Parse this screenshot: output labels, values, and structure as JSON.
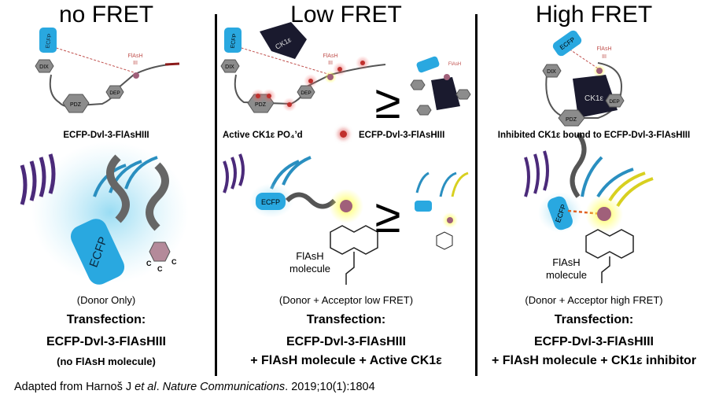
{
  "panels": [
    {
      "title": "no FRET",
      "caption": "ECFP-Dvl-3-FlAsHIII",
      "condition": "(Donor Only)",
      "transfection_label": "Transfection:",
      "construct": "ECFP-Dvl-3-FlAsHIII",
      "extra": "(no FlAsH molecule)"
    },
    {
      "title": "Low FRET",
      "caption_left": "Active CK1ε PO₄’d",
      "caption_right": "ECFP-Dvl-3-FlAsHIII",
      "molecule_label": "FlAsH molecule",
      "condition": "(Donor + Acceptor low FRET)",
      "transfection_label": "Transfection:",
      "construct": "ECFP-Dvl-3-FlAsHIII",
      "extra": "+ FlAsH molecule + Active CK1ε"
    },
    {
      "title": "High FRET",
      "caption": "Inhibited CK1ε bound to ECFP-Dvl-3-FlAsHIII",
      "molecule_label": "FlAsH molecule",
      "condition": "(Donor + Acceptor high FRET)",
      "transfection_label": "Transfection:",
      "construct": "ECFP-Dvl-3-FlAsHIII",
      "extra": "+ FlAsH molecule + CK1ε inhibitor"
    }
  ],
  "diagram_labels": {
    "ecfp": "ECFP",
    "dix": "DIX",
    "pdz": "PDZ",
    "dep": "DEP",
    "flash": "FlAsH",
    "flash_site": "III",
    "ck1e": "CK1ε",
    "geq": "≥",
    "cys": "C"
  },
  "colors": {
    "ecfp": "#29a8e0",
    "domain": "#8c8c8c",
    "flash_text": "#c0504d",
    "ck1e": "#1a1a2e",
    "wave_purple": "#4b2a7a",
    "wave_blue": "#2a8fc0",
    "wave_yellow": "#d8d020"
  },
  "footer": {
    "prefix": "Adapted from Harnoš J ",
    "etal": "et al",
    "sep": ". ",
    "journal": "Nature Communications",
    "citation": ". 2019;10(1):1804"
  }
}
